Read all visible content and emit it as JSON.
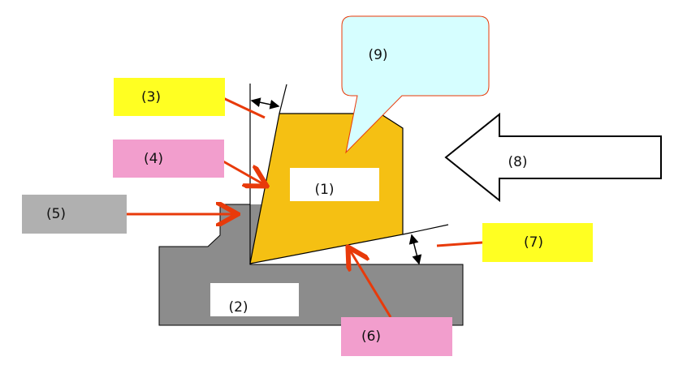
{
  "labels": {
    "l1": "(1)",
    "l2": "(2)",
    "l3": "(3)",
    "l4": "(4)",
    "l5": "(5)",
    "l6": "(6)",
    "l7": "(7)",
    "l8": "(8)",
    "l9": "(9)"
  },
  "colors": {
    "tool": "#f5c013",
    "workpiece": "#8c8c8c",
    "yellow": "#ffff22",
    "pink": "#f29ecd",
    "gray_label": "#b0b0b0",
    "callout": "#d6feff",
    "leader": "#e83a0a"
  }
}
